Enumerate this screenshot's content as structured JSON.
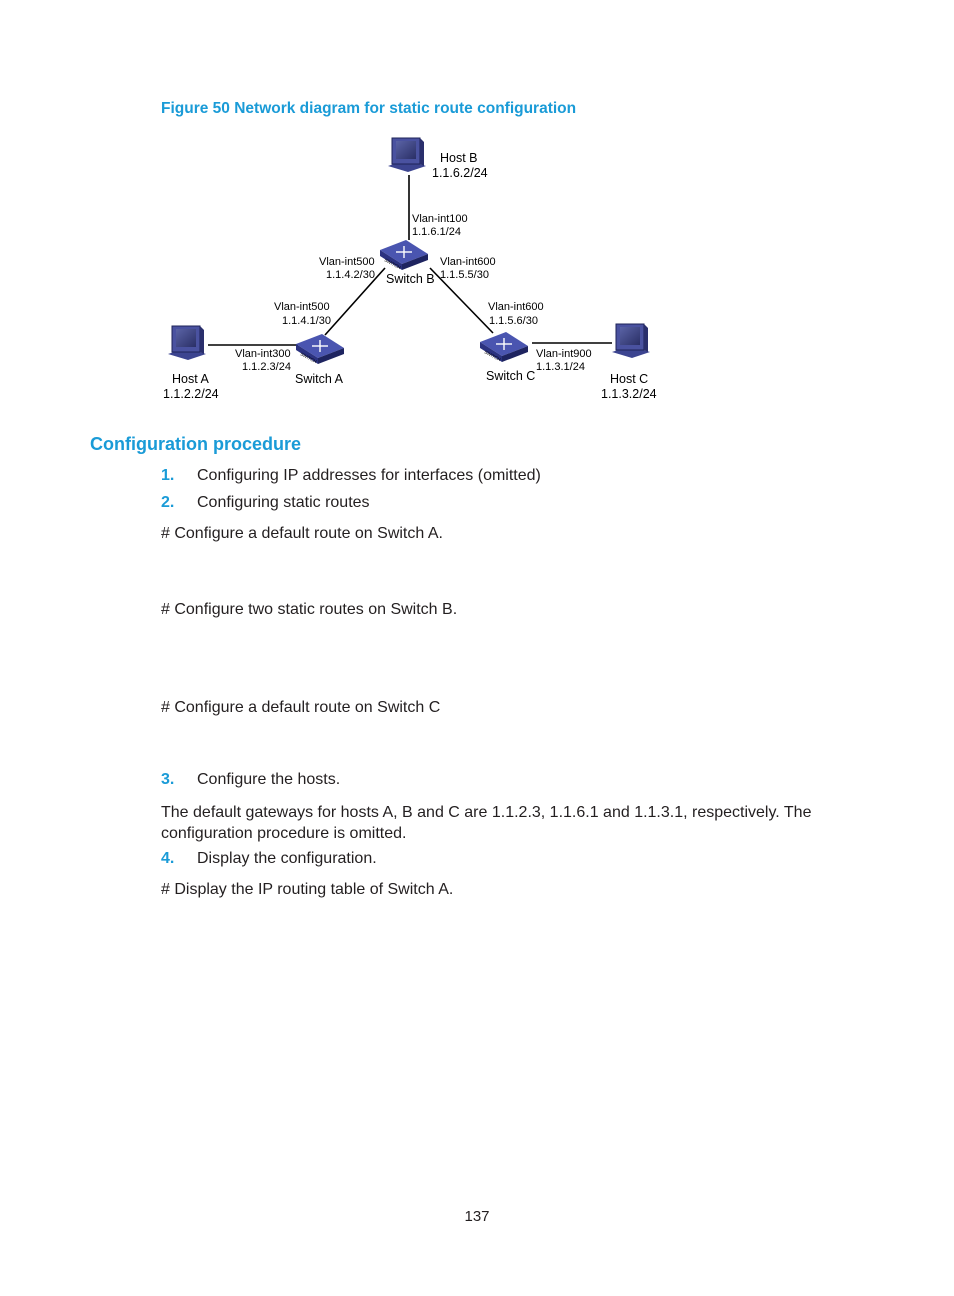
{
  "figure": {
    "caption": "Figure 50 Network diagram for static route configuration"
  },
  "diagram": {
    "host_b": {
      "name": "Host B",
      "ip": "1.1.6.2/24"
    },
    "host_a": {
      "name": "Host A",
      "ip": "1.1.2.2/24"
    },
    "host_c": {
      "name": "Host C",
      "ip": "1.1.3.2/24"
    },
    "switch_a": {
      "name": "Switch A"
    },
    "switch_b": {
      "name": "Switch B"
    },
    "switch_c": {
      "name": "Switch C"
    },
    "switch_icon_text": "SWITCH",
    "interfaces": {
      "b_int100": {
        "name": "Vlan-int100",
        "ip": "1.1.6.1/24"
      },
      "b_int500": {
        "name": "Vlan-int500",
        "ip": "1.1.4.2/30"
      },
      "b_int600": {
        "name": "Vlan-int600",
        "ip": "1.1.5.5/30"
      },
      "a_int500": {
        "name": "Vlan-int500",
        "ip": "1.1.4.1/30"
      },
      "a_int300": {
        "name": "Vlan-int300",
        "ip": "1.1.2.3/24"
      },
      "c_int600": {
        "name": "Vlan-int600",
        "ip": "1.1.5.6/30"
      },
      "c_int900": {
        "name": "Vlan-int900",
        "ip": "1.1.3.1/24"
      }
    }
  },
  "section": {
    "heading": "Configuration procedure",
    "step1": {
      "num": "1.",
      "text": "Configuring IP addresses for interfaces (omitted)"
    },
    "step2": {
      "num": "2.",
      "text": "Configuring static routes"
    },
    "comment_a": "# Configure a default route on Switch A.",
    "comment_b": "# Configure two static routes on Switch B.",
    "comment_c": "# Configure a default route on Switch C",
    "step3": {
      "num": "3.",
      "text": "Configure the hosts."
    },
    "hosts_para": "The default gateways for hosts A, B and C are 1.1.2.3, 1.1.6.1 and 1.1.3.1, respectively. The configuration procedure is omitted.",
    "step4": {
      "num": "4.",
      "text": "Display the configuration."
    },
    "comment_display": "# Display the IP routing table of Switch A."
  },
  "page_number": "137"
}
